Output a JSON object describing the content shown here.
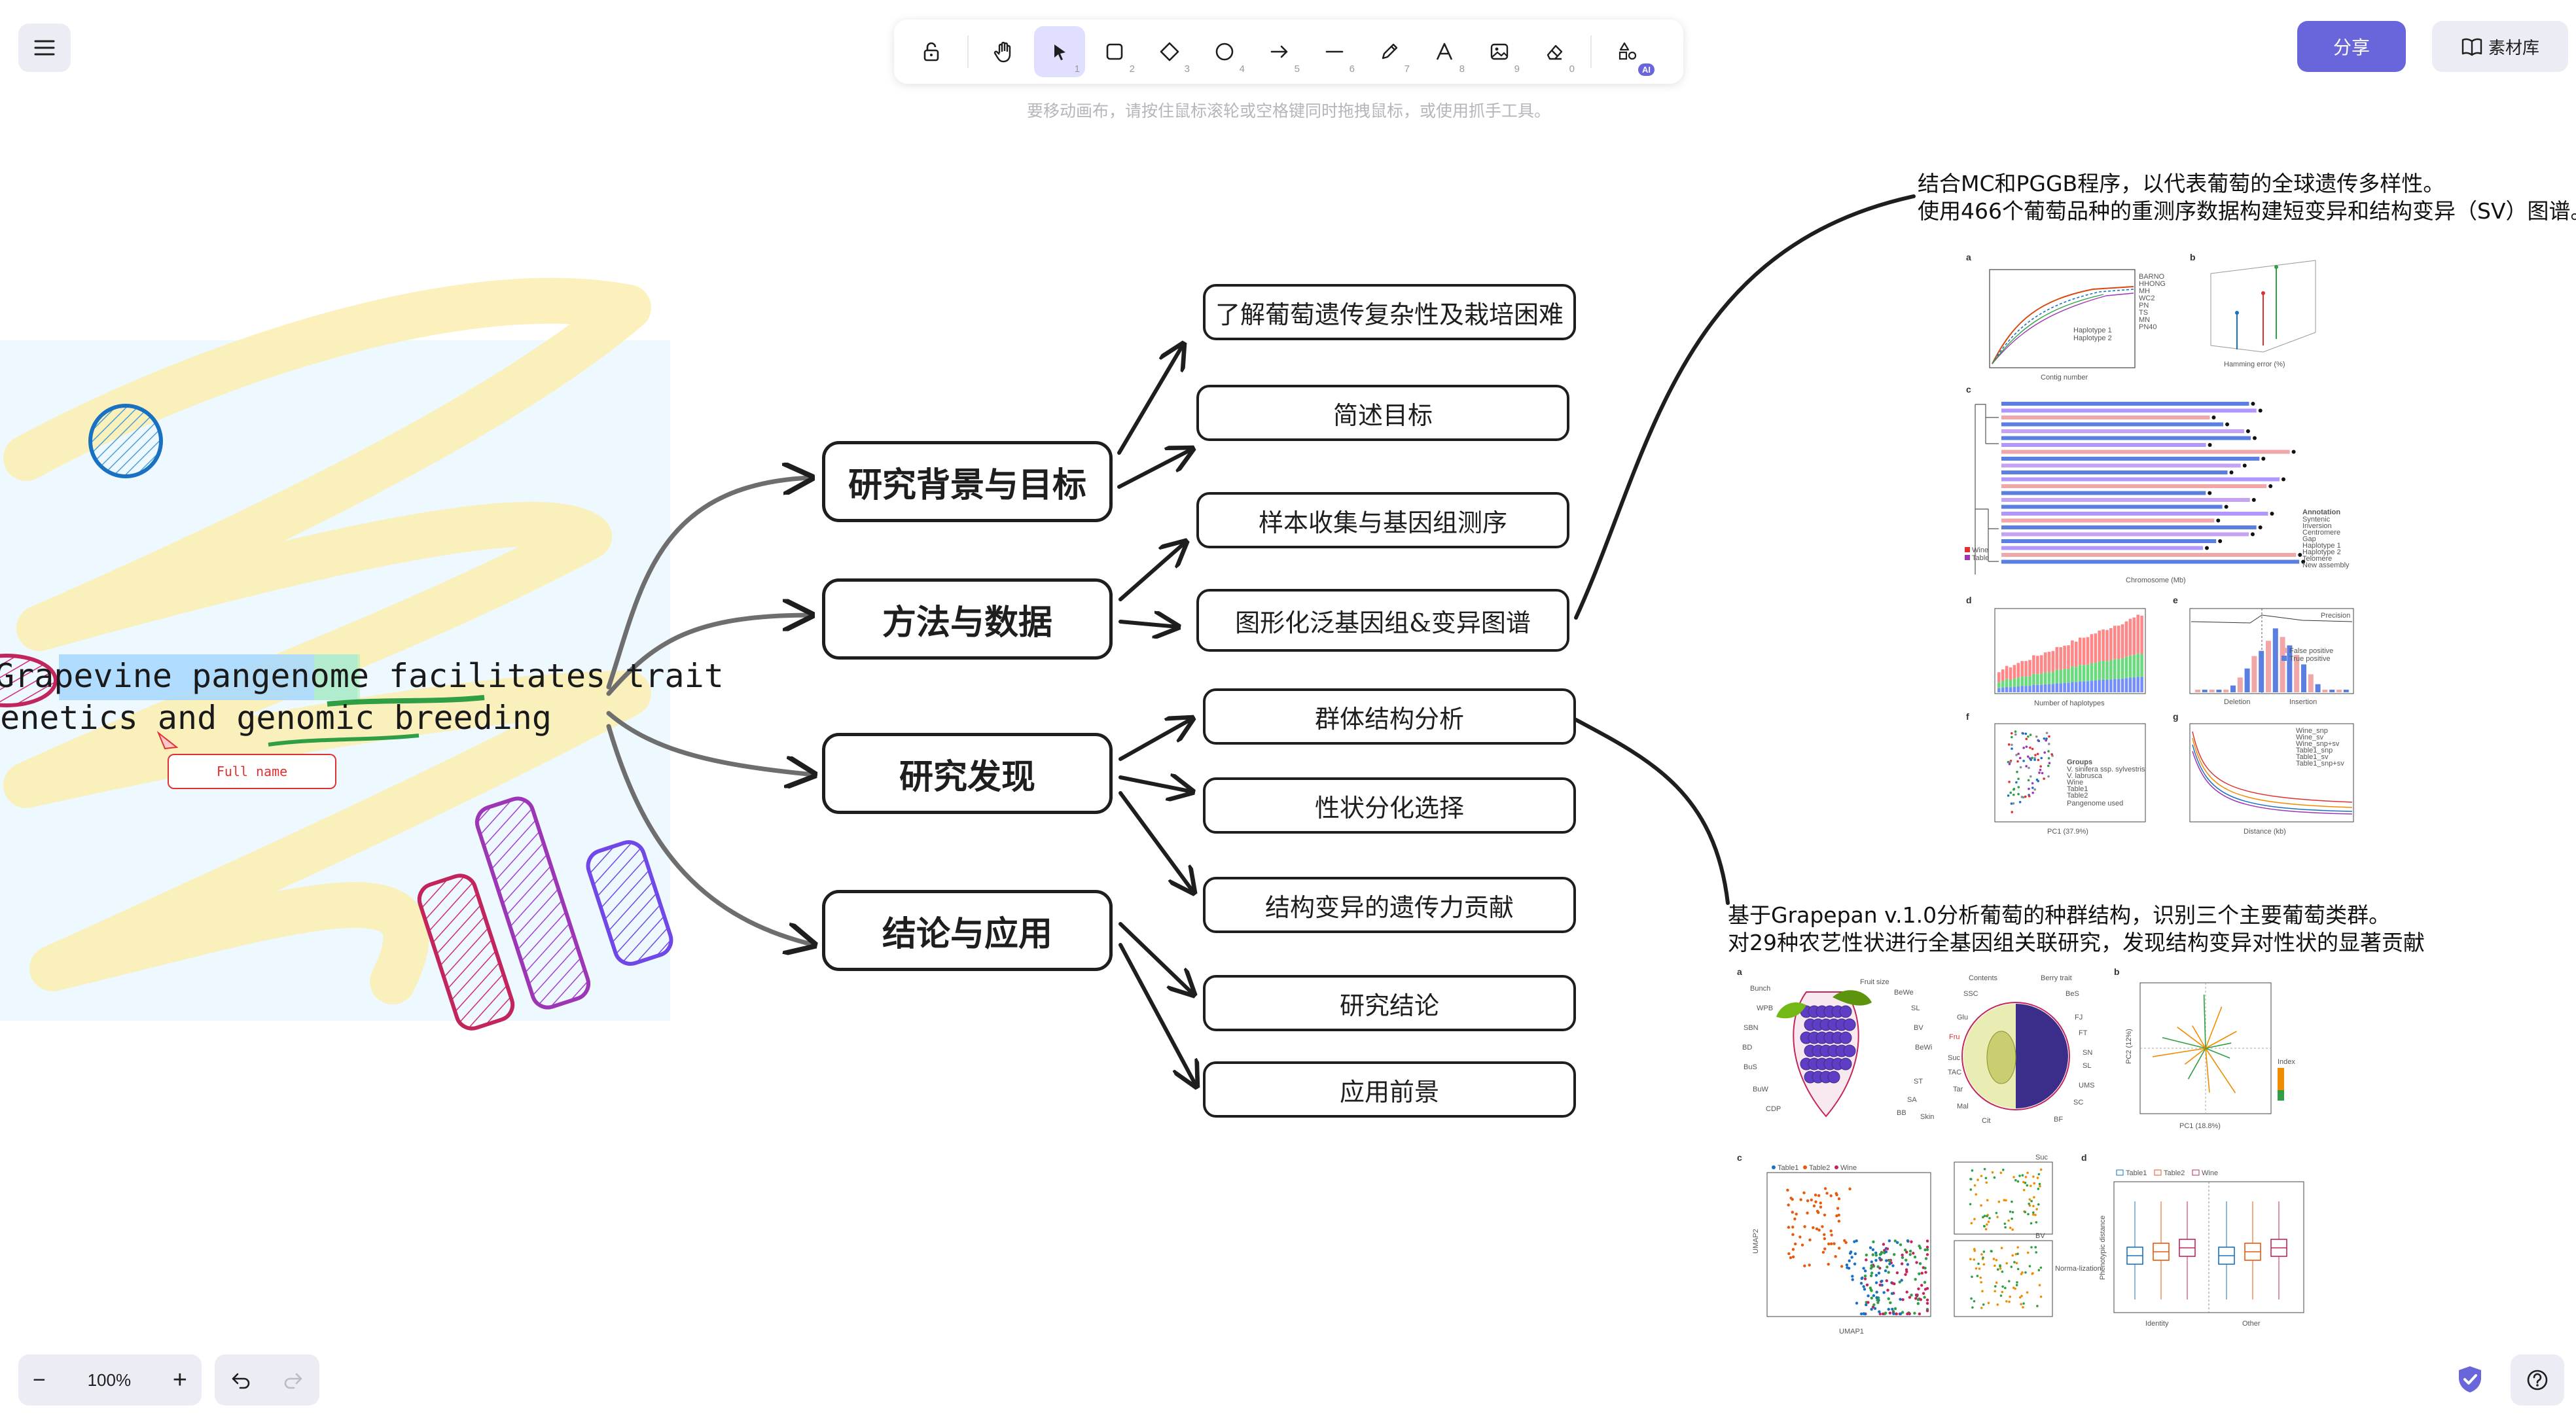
{
  "toolbar": {
    "tools": [
      {
        "name": "lock",
        "key": ""
      },
      {
        "name": "hand",
        "key": ""
      },
      {
        "name": "select",
        "key": "1"
      },
      {
        "name": "rectangle",
        "key": "2"
      },
      {
        "name": "diamond",
        "key": "3"
      },
      {
        "name": "ellipse",
        "key": "4"
      },
      {
        "name": "arrow",
        "key": "5"
      },
      {
        "name": "line",
        "key": "6"
      },
      {
        "name": "draw",
        "key": "7"
      },
      {
        "name": "text",
        "key": "8"
      },
      {
        "name": "image",
        "key": "9"
      },
      {
        "name": "eraser",
        "key": "0"
      }
    ],
    "ai_badge": "AI",
    "hint": "要移动画布，请按住鼠标滚轮或空格键同时拖拽鼠标，或使用抓手工具。"
  },
  "header": {
    "share_label": "分享",
    "library_label": "素材库"
  },
  "footer": {
    "zoom_minus": "−",
    "zoom_level": "100%",
    "zoom_plus": "+"
  },
  "canvas": {
    "title_line1": "Grapevine pangenome facilitates trait",
    "title_line2": "genetics and genomic breeding",
    "fullname_label": "Full name",
    "main_nodes": {
      "background": "研究背景与目标",
      "methods": "方法与数据",
      "findings": "研究发现",
      "conclusion": "结论与应用"
    },
    "sub_nodes": {
      "understand": "了解葡萄遗传复杂性及栽培困难",
      "goals": "简述目标",
      "samples": "样本收集与基因组测序",
      "graph": "图形化泛基因组&变异图谱",
      "population": "群体结构分析",
      "traits": "性状分化选择",
      "sv_contrib": "结构变异的遗传力贡献",
      "conclusions": "研究结论",
      "prospects": "应用前景"
    },
    "note_top": {
      "line1": "结合MC和PGGB程序，以代表葡萄的全球遗传多样性。",
      "line2": "使用466个葡萄品种的重测序数据构建短变异和结构变异（SV）图谱。"
    },
    "note_mid": {
      "line1": "基于Grapepan v.1.0分析葡萄的种群结构，识别三个主要葡萄类群。",
      "line2": "对29种农艺性状进行全基因组关联研究，发现结构变异对性状的显著贡献"
    }
  },
  "figure1": {
    "panel_labels": [
      "a",
      "b",
      "c",
      "d",
      "e",
      "f",
      "g"
    ],
    "legend_a": [
      "BARNO",
      "HHONG",
      "MH",
      "WC2",
      "PN",
      "TS",
      "MN",
      "PN40"
    ],
    "legend_a2": [
      "Haplotype 1",
      "Haplotype 2"
    ],
    "xlabel_a": "Contig number",
    "xlabel_b": "Hamming error (%)",
    "xlabel_c": "Chromosome (Mb)",
    "annotation_title": "Annotation",
    "annotation_items": [
      "Syntenic",
      "Inversion",
      "Centromere",
      "Gap",
      "Haplotype 1",
      "Haplotype 2",
      "Telomere",
      "New assembly"
    ],
    "legend_c": [
      "Wine",
      "Table"
    ],
    "xlabel_d": "Number of haplotypes",
    "xlabel_e1": "Deletion",
    "xlabel_e2": "Insertion",
    "precision_label": "Precision",
    "legend_e": [
      "False positive",
      "True positive"
    ],
    "xlabel_f": "PC1 (37.9%)",
    "legend_f_title": "Groups",
    "legend_f": [
      "V. sinifera ssp. sylvestris",
      "V. labrusca",
      "Wine",
      "Table1",
      "Table2",
      "Pangenome used"
    ],
    "xlabel_g": "Distance (kb)",
    "legend_g": [
      "Wine_snp",
      "Wine_sv",
      "Wine_snp+sv",
      "Table1_snp",
      "Table1_sv",
      "Table1_snp+sv"
    ]
  },
  "figure2": {
    "panel_labels": [
      "a",
      "b",
      "c",
      "d"
    ],
    "left_traits": [
      "Bunch",
      "WPB",
      "SBN",
      "BD",
      "BuS",
      "BuW",
      "CDP"
    ],
    "right_traits": [
      "Fruit size",
      "BeWe",
      "SL",
      "BV",
      "BeWi",
      "ST",
      "SA",
      "BB",
      "Skin"
    ],
    "contents_title": "Contents",
    "berry_trait_title": "Berry trait",
    "contents_left": [
      "SSC",
      "Glu",
      "Fru",
      "Suc",
      "TAC",
      "Tar",
      "Mal",
      "Cit"
    ],
    "contents_right": [
      "BeS",
      "FJ",
      "FT",
      "SN",
      "SL",
      "UMS",
      "SC",
      "BF"
    ],
    "xlabel_b": "PC1 (18.8%)",
    "ylabel_b": "PC2 (12%)",
    "index_title": "Index",
    "legend_c": [
      "Table1",
      "Table2",
      "Wine"
    ],
    "xlabel_c": "UMAP1",
    "ylabel_c": "UMAP2",
    "labels_c2": [
      "Suc",
      "BV"
    ],
    "normalization_label": "Norma-lization",
    "legend_d": [
      "Table1",
      "Table2",
      "Wine"
    ],
    "ylabel_d": "Phenotypic distance",
    "xgroups_d": [
      "Identity",
      "Other"
    ]
  }
}
